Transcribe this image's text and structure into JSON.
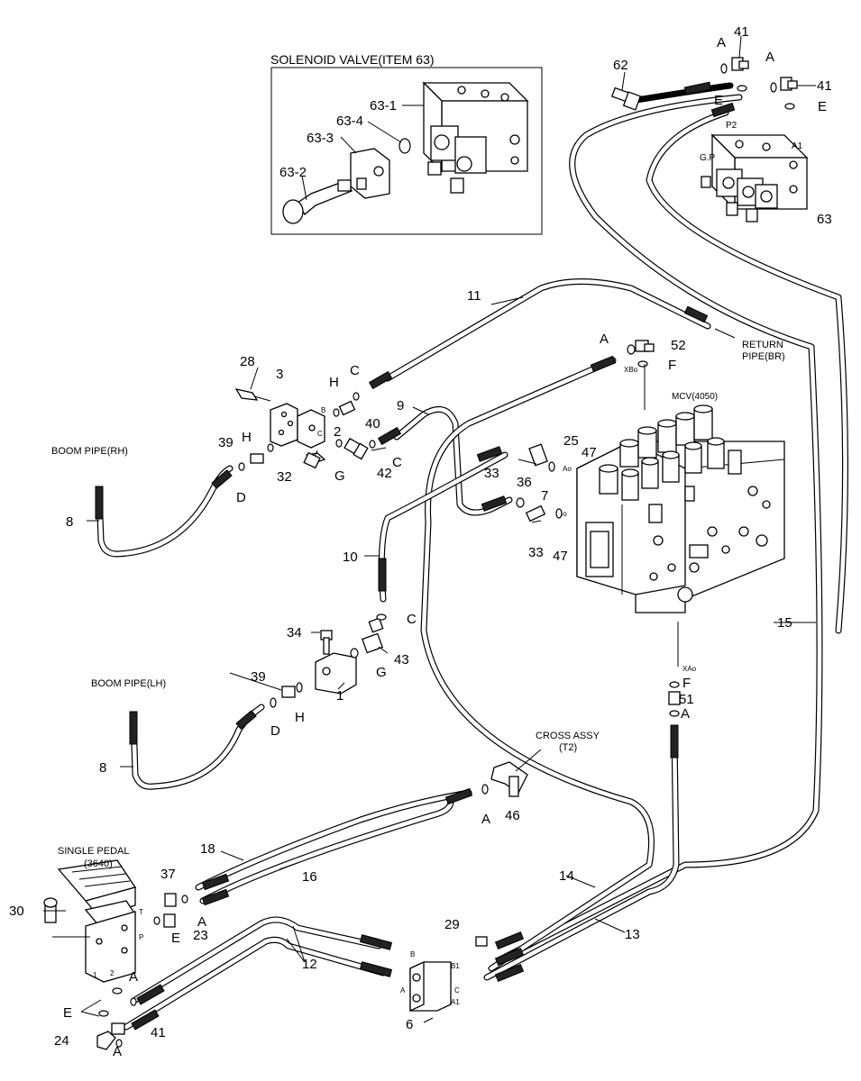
{
  "inset": {
    "title": "SOLENOID VALVE(ITEM 63)"
  },
  "parts": {
    "p63_1": "63-1",
    "p63_4": "63-4",
    "p63_3": "63-3",
    "p63_2": "63-2",
    "p62": "62",
    "p41a": "41",
    "p41b": "41",
    "p41c": "41",
    "p63": "63",
    "p11": "11",
    "p52": "52",
    "p28": "28",
    "p3": "3",
    "p40": "40",
    "p2": "2",
    "p9": "9",
    "p25": "25",
    "p47a": "47",
    "p47b": "47",
    "p33a": "33",
    "p33b": "33",
    "p36": "36",
    "p7": "7",
    "p39a": "39",
    "p39b": "39",
    "p32": "32",
    "p42": "42",
    "p8a": "8",
    "p8b": "8",
    "p10": "10",
    "p15": "15",
    "p34": "34",
    "p43": "43",
    "p1": "1",
    "p51": "51",
    "p46": "46",
    "p18": "18",
    "p16": "16",
    "p14": "14",
    "p13": "13",
    "p37": "37",
    "p30": "30",
    "p23": "23",
    "p12": "12",
    "p29": "29",
    "p6": "6",
    "p24": "24"
  },
  "letters": {
    "A": "A",
    "B": "B",
    "C": "C",
    "D": "D",
    "E": "E",
    "F": "F",
    "G": "G",
    "H": "H"
  },
  "ports": {
    "P2": "P2",
    "A1": "A1",
    "GP": "G.P",
    "XBo": "XBo",
    "Ao": "Ao",
    "Bo": "Bo",
    "XAo": "XAo",
    "B": "B",
    "C": "C",
    "T": "T",
    "P": "P",
    "n1": "1",
    "n2": "2",
    "A": "A",
    "B1": "B1",
    "A1b": "A1"
  },
  "captions": {
    "return_pipe_1": "RETURN",
    "return_pipe_2": "PIPE(BR)",
    "mcv": "MCV(4050)",
    "boom_rh": "BOOM PIPE(RH)",
    "boom_lh": "BOOM PIPE(LH)",
    "cross_1": "CROSS ASSY",
    "cross_2": "(T2)",
    "pedal_1": "SINGLE PEDAL",
    "pedal_2": "(3640)"
  }
}
